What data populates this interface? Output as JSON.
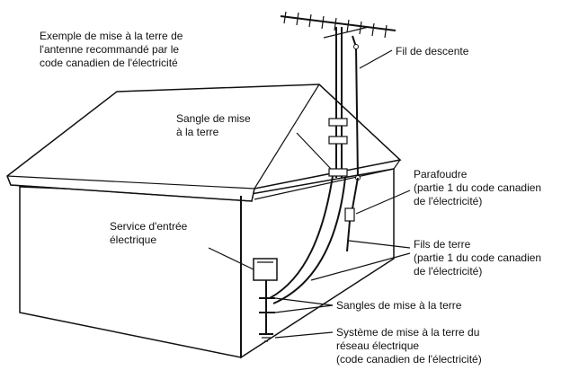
{
  "title_lines": [
    "Exemple de mise à la terre de",
    "l'antenne recommandé par le",
    "code canadien de l'électricité"
  ],
  "labels": {
    "fil_descente": "Fil de descente",
    "sangle_mise": [
      "Sangle de mise",
      "à la terre"
    ],
    "parafoudre": [
      "Parafoudre",
      "(partie 1 du code canadien",
      "de l'électricité)"
    ],
    "service_entree": [
      "Service d'entrée",
      "électrique"
    ],
    "fils_terre": [
      "Fils de terre",
      "(partie 1 du code canadien",
      "de l'électricité)"
    ],
    "sangles_mise": "Sangles de mise à la terre",
    "systeme_mise": [
      "Système de mise à la terre du",
      "réseau électrique",
      "(code canadien de l'électricité)"
    ]
  }
}
